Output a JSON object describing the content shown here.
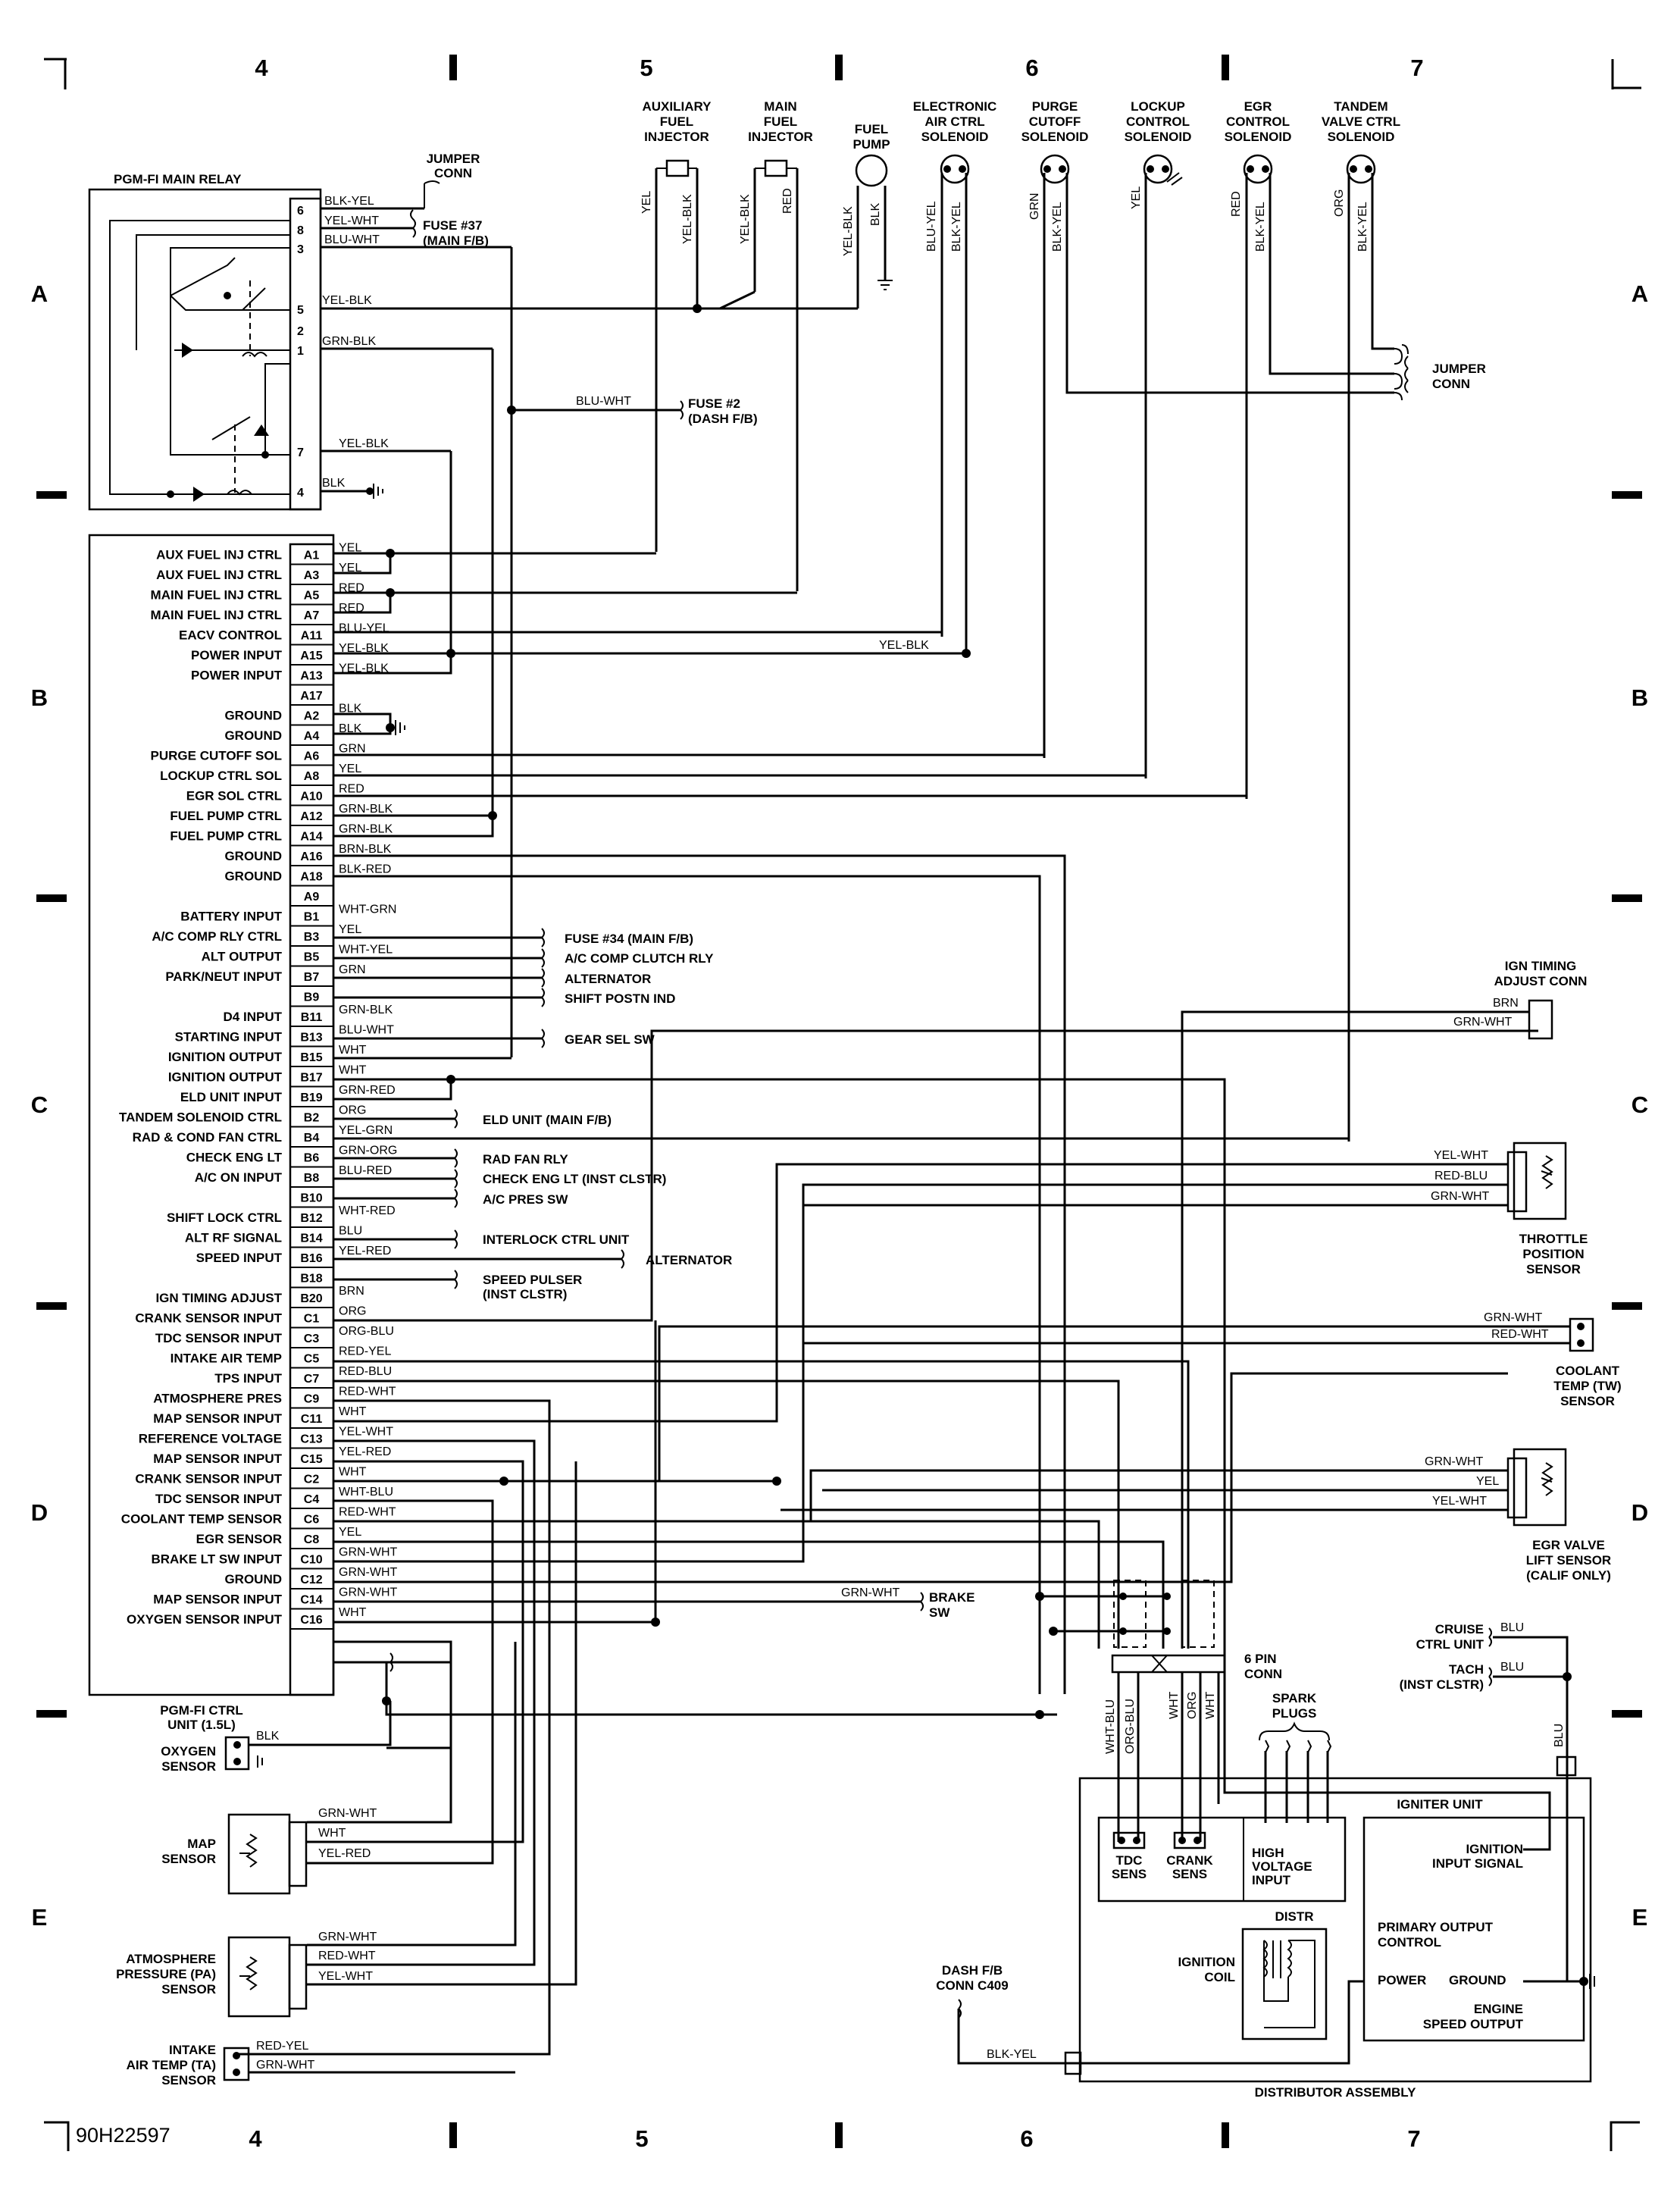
{
  "grid": {
    "columns": [
      "4",
      "5",
      "6",
      "7"
    ],
    "rows": [
      "A",
      "B",
      "C",
      "D",
      "E"
    ],
    "figure_id": "90H22597"
  },
  "relay": {
    "title": "PGM-FI MAIN RELAY",
    "pins": [
      {
        "pin": "6",
        "wire": "BLK-YEL"
      },
      {
        "pin": "8",
        "wire": "YEL-WHT"
      },
      {
        "pin": "3",
        "wire": "BLU-WHT"
      },
      {
        "pin": "5",
        "wire": "YEL-BLK"
      },
      {
        "pin": "2",
        "wire": ""
      },
      {
        "pin": "1",
        "wire": "GRN-BLK"
      },
      {
        "pin": "7",
        "wire": "YEL-BLK"
      },
      {
        "pin": "4",
        "wire": "BLK"
      }
    ],
    "fuse37": [
      "FUSE #37",
      "(MAIN F/B)"
    ],
    "jumper_conn": [
      "JUMPER",
      "CONN"
    ]
  },
  "fuse2": {
    "lines": [
      "FUSE #2",
      "(DASH F/B)"
    ],
    "wire": "BLU-WHT"
  },
  "top_components": [
    {
      "name": [
        "AUXILIARY",
        "FUEL",
        "INJECTOR"
      ],
      "wires": [
        "YEL",
        "YEL-BLK"
      ]
    },
    {
      "name": [
        "MAIN",
        "FUEL",
        "INJECTOR"
      ],
      "wires": [
        "YEL-BLK",
        "RED"
      ]
    },
    {
      "name": [
        "FUEL",
        "PUMP"
      ],
      "wires": [
        "YEL-BLK",
        "BLK"
      ]
    },
    {
      "name": [
        "ELECTRONIC",
        "AIR CTRL",
        "SOLENOID"
      ],
      "wires": [
        "BLU-YEL",
        "BLK-YEL"
      ]
    },
    {
      "name": [
        "PURGE",
        "CUTOFF",
        "SOLENOID"
      ],
      "wires": [
        "GRN",
        "BLK-YEL"
      ]
    },
    {
      "name": [
        "LOCKUP",
        "CONTROL",
        "SOLENOID"
      ],
      "wires": [
        "YEL"
      ]
    },
    {
      "name": [
        "EGR",
        "CONTROL",
        "SOLENOID"
      ],
      "wires": [
        "RED",
        "BLK-YEL"
      ]
    },
    {
      "name": [
        "TANDEM",
        "VALVE CTRL",
        "SOLENOID"
      ],
      "wires": [
        "ORG",
        "BLK-YEL"
      ]
    }
  ],
  "jumper_conn_right": [
    "JUMPER",
    "CONN"
  ],
  "ecu": {
    "name": [
      "PGM-FI CTRL",
      "UNIT (1.5L)"
    ],
    "pins": [
      {
        "label": "AUX FUEL INJ CTRL",
        "pin": "A1",
        "wire": "YEL"
      },
      {
        "label": "AUX FUEL INJ CTRL",
        "pin": "A3",
        "wire": "YEL"
      },
      {
        "label": "MAIN FUEL INJ CTRL",
        "pin": "A5",
        "wire": "RED"
      },
      {
        "label": "MAIN FUEL INJ CTRL",
        "pin": "A7",
        "wire": "RED"
      },
      {
        "label": "EACV CONTROL",
        "pin": "A11",
        "wire": "BLU-YEL"
      },
      {
        "label": "POWER INPUT",
        "pin": "A15",
        "wire": "YEL-BLK"
      },
      {
        "label": "POWER INPUT",
        "pin": "A13",
        "wire": "YEL-BLK"
      },
      {
        "label": "",
        "pin": "A17",
        "wire": ""
      },
      {
        "label": "GROUND",
        "pin": "A2",
        "wire": "BLK"
      },
      {
        "label": "GROUND",
        "pin": "A4",
        "wire": "BLK"
      },
      {
        "label": "PURGE CUTOFF SOL",
        "pin": "A6",
        "wire": "GRN"
      },
      {
        "label": "LOCKUP CTRL SOL",
        "pin": "A8",
        "wire": "YEL"
      },
      {
        "label": "EGR SOL CTRL",
        "pin": "A10",
        "wire": "RED"
      },
      {
        "label": "FUEL PUMP CTRL",
        "pin": "A12",
        "wire": "GRN-BLK"
      },
      {
        "label": "FUEL PUMP CTRL",
        "pin": "A14",
        "wire": "GRN-BLK"
      },
      {
        "label": "GROUND",
        "pin": "A16",
        "wire": "BRN-BLK"
      },
      {
        "label": "GROUND",
        "pin": "A18",
        "wire": "BLK-RED"
      },
      {
        "label": "",
        "pin": "A9",
        "wire": ""
      },
      {
        "label": "BATTERY INPUT",
        "pin": "B1",
        "wire": "WHT-GRN"
      },
      {
        "label": "A/C COMP RLY CTRL",
        "pin": "B3",
        "wire": "YEL"
      },
      {
        "label": "ALT OUTPUT",
        "pin": "B5",
        "wire": "WHT-YEL"
      },
      {
        "label": "PARK/NEUT INPUT",
        "pin": "B7",
        "wire": "GRN"
      },
      {
        "label": "",
        "pin": "B9",
        "wire": ""
      },
      {
        "label": "D4 INPUT",
        "pin": "B11",
        "wire": "GRN-BLK"
      },
      {
        "label": "STARTING INPUT",
        "pin": "B13",
        "wire": "BLU-WHT"
      },
      {
        "label": "IGNITION OUTPUT",
        "pin": "B15",
        "wire": "WHT"
      },
      {
        "label": "IGNITION OUTPUT",
        "pin": "B17",
        "wire": "WHT"
      },
      {
        "label": "ELD UNIT INPUT",
        "pin": "B19",
        "wire": "GRN-RED"
      },
      {
        "label": "TANDEM SOLENOID CTRL",
        "pin": "B2",
        "wire": "ORG"
      },
      {
        "label": "RAD & COND FAN CTRL",
        "pin": "B4",
        "wire": "YEL-GRN"
      },
      {
        "label": "CHECK ENG LT",
        "pin": "B6",
        "wire": "GRN-ORG"
      },
      {
        "label": "A/C ON INPUT",
        "pin": "B8",
        "wire": "BLU-RED"
      },
      {
        "label": "",
        "pin": "B10",
        "wire": ""
      },
      {
        "label": "SHIFT LOCK CTRL",
        "pin": "B12",
        "wire": "WHT-RED"
      },
      {
        "label": "ALT RF SIGNAL",
        "pin": "B14",
        "wire": "BLU"
      },
      {
        "label": "SPEED INPUT",
        "pin": "B16",
        "wire": "YEL-RED"
      },
      {
        "label": "",
        "pin": "B18",
        "wire": ""
      },
      {
        "label": "IGN TIMING ADJUST",
        "pin": "B20",
        "wire": "BRN"
      },
      {
        "label": "CRANK SENSOR INPUT",
        "pin": "C1",
        "wire": "ORG"
      },
      {
        "label": "TDC SENSOR INPUT",
        "pin": "C3",
        "wire": "ORG-BLU"
      },
      {
        "label": "INTAKE AIR TEMP",
        "pin": "C5",
        "wire": "RED-YEL"
      },
      {
        "label": "TPS INPUT",
        "pin": "C7",
        "wire": "RED-BLU"
      },
      {
        "label": "ATMOSPHERE PRES",
        "pin": "C9",
        "wire": "RED-WHT"
      },
      {
        "label": "MAP SENSOR INPUT",
        "pin": "C11",
        "wire": "WHT"
      },
      {
        "label": "REFERENCE VOLTAGE",
        "pin": "C13",
        "wire": "YEL-WHT"
      },
      {
        "label": "MAP SENSOR INPUT",
        "pin": "C15",
        "wire": "YEL-RED"
      },
      {
        "label": "CRANK SENSOR INPUT",
        "pin": "C2",
        "wire": "WHT"
      },
      {
        "label": "TDC SENSOR INPUT",
        "pin": "C4",
        "wire": "WHT-BLU"
      },
      {
        "label": "COOLANT TEMP SENSOR",
        "pin": "C6",
        "wire": "RED-WHT"
      },
      {
        "label": "EGR SENSOR",
        "pin": "C8",
        "wire": "YEL"
      },
      {
        "label": "BRAKE LT SW INPUT",
        "pin": "C10",
        "wire": "GRN-WHT"
      },
      {
        "label": "GROUND",
        "pin": "C12",
        "wire": "GRN-WHT"
      },
      {
        "label": "MAP SENSOR INPUT",
        "pin": "C14",
        "wire": "GRN-WHT"
      },
      {
        "label": "OXYGEN SENSOR INPUT",
        "pin": "C16",
        "wire": "WHT"
      }
    ]
  },
  "b_destinations": [
    {
      "text": "FUSE #34 (MAIN F/B)"
    },
    {
      "text": "A/C COMP CLUTCH RLY"
    },
    {
      "text": "ALTERNATOR"
    },
    {
      "text": "SHIFT POSTN IND"
    },
    {
      "text": "GEAR SEL SW"
    },
    {
      "text": "ELD UNIT (MAIN F/B)"
    },
    {
      "text": "RAD FAN RLY"
    },
    {
      "text": "CHECK ENG LT (INST CLSTR)"
    },
    {
      "text": "A/C PRES SW"
    },
    {
      "text": "INTERLOCK CTRL UNIT"
    },
    {
      "text": "ALTERNATOR"
    },
    {
      "text": "SPEED PULSER"
    },
    {
      "text": "(INST CLSTR)"
    }
  ],
  "a15_ext_wire": "YEL-BLK",
  "brake_sw": {
    "wire": "GRN-WHT",
    "lines": [
      "BRAKE",
      "SW"
    ]
  },
  "right_sensors": {
    "ign_timing": {
      "lines": [
        "IGN TIMING",
        "ADJUST CONN"
      ],
      "wires": [
        "BRN",
        "GRN-WHT"
      ]
    },
    "tps": {
      "lines": [
        "THROTTLE",
        "POSITION",
        "SENSOR"
      ],
      "wires": [
        "YEL-WHT",
        "RED-BLU",
        "GRN-WHT"
      ]
    },
    "coolant": {
      "lines": [
        "COOLANT",
        "TEMP (TW)",
        "SENSOR"
      ],
      "wires": [
        "GRN-WHT",
        "RED-WHT"
      ]
    },
    "egr_lift": {
      "lines": [
        "EGR VALVE",
        "LIFT SENSOR",
        "(CALIF ONLY)"
      ],
      "wires": [
        "GRN-WHT",
        "YEL",
        "YEL-WHT"
      ]
    }
  },
  "left_sensors": {
    "oxygen": {
      "lines": [
        "OXYGEN",
        "SENSOR"
      ],
      "wires": [
        "BLK"
      ]
    },
    "map": {
      "lines": [
        "MAP",
        "SENSOR"
      ],
      "wires": [
        "GRN-WHT",
        "WHT",
        "YEL-RED"
      ]
    },
    "pa": {
      "lines": [
        "ATMOSPHERE",
        "PRESSURE (PA)",
        "SENSOR"
      ],
      "wires": [
        "GRN-WHT",
        "RED-WHT",
        "YEL-WHT"
      ]
    },
    "ta": {
      "lines": [
        "INTAKE",
        "AIR TEMP (TA)",
        "SENSOR"
      ],
      "wires": [
        "RED-YEL",
        "GRN-WHT"
      ]
    }
  },
  "six_pin": {
    "lines": [
      "6 PIN",
      "CONN"
    ],
    "wires": [
      "WHT-BLU",
      "ORG-BLU",
      "WHT",
      "ORG",
      "WHT"
    ]
  },
  "spark_plugs": [
    "SPARK",
    "PLUGS"
  ],
  "cruise": {
    "lines": [
      "CRUISE",
      "CTRL UNIT"
    ],
    "wire": "BLU"
  },
  "tach": {
    "lines": [
      "TACH",
      "(INST CLSTR)"
    ],
    "wire": "BLU"
  },
  "blu_vertical": "BLU",
  "igniter": {
    "title": "IGNITER UNIT",
    "ignition_input": [
      "IGNITION",
      "INPUT SIGNAL"
    ],
    "primary": [
      "PRIMARY OUTPUT",
      "CONTROL"
    ],
    "power": "POWER",
    "ground": "GROUND",
    "engine_speed": [
      "ENGINE",
      "SPEED OUTPUT"
    ]
  },
  "distributor": {
    "title": "DISTRIBUTOR ASSEMBLY",
    "tdc": [
      "TDC",
      "SENS"
    ],
    "crank": [
      "CRANK",
      "SENS"
    ],
    "hv": [
      "HIGH",
      "VOLTAGE",
      "INPUT"
    ],
    "distr": "DISTR",
    "coil": [
      "IGNITION",
      "COIL"
    ]
  },
  "dash_fb": {
    "lines": [
      "DASH F/B",
      "CONN C409"
    ],
    "wire": "BLK-YEL"
  }
}
